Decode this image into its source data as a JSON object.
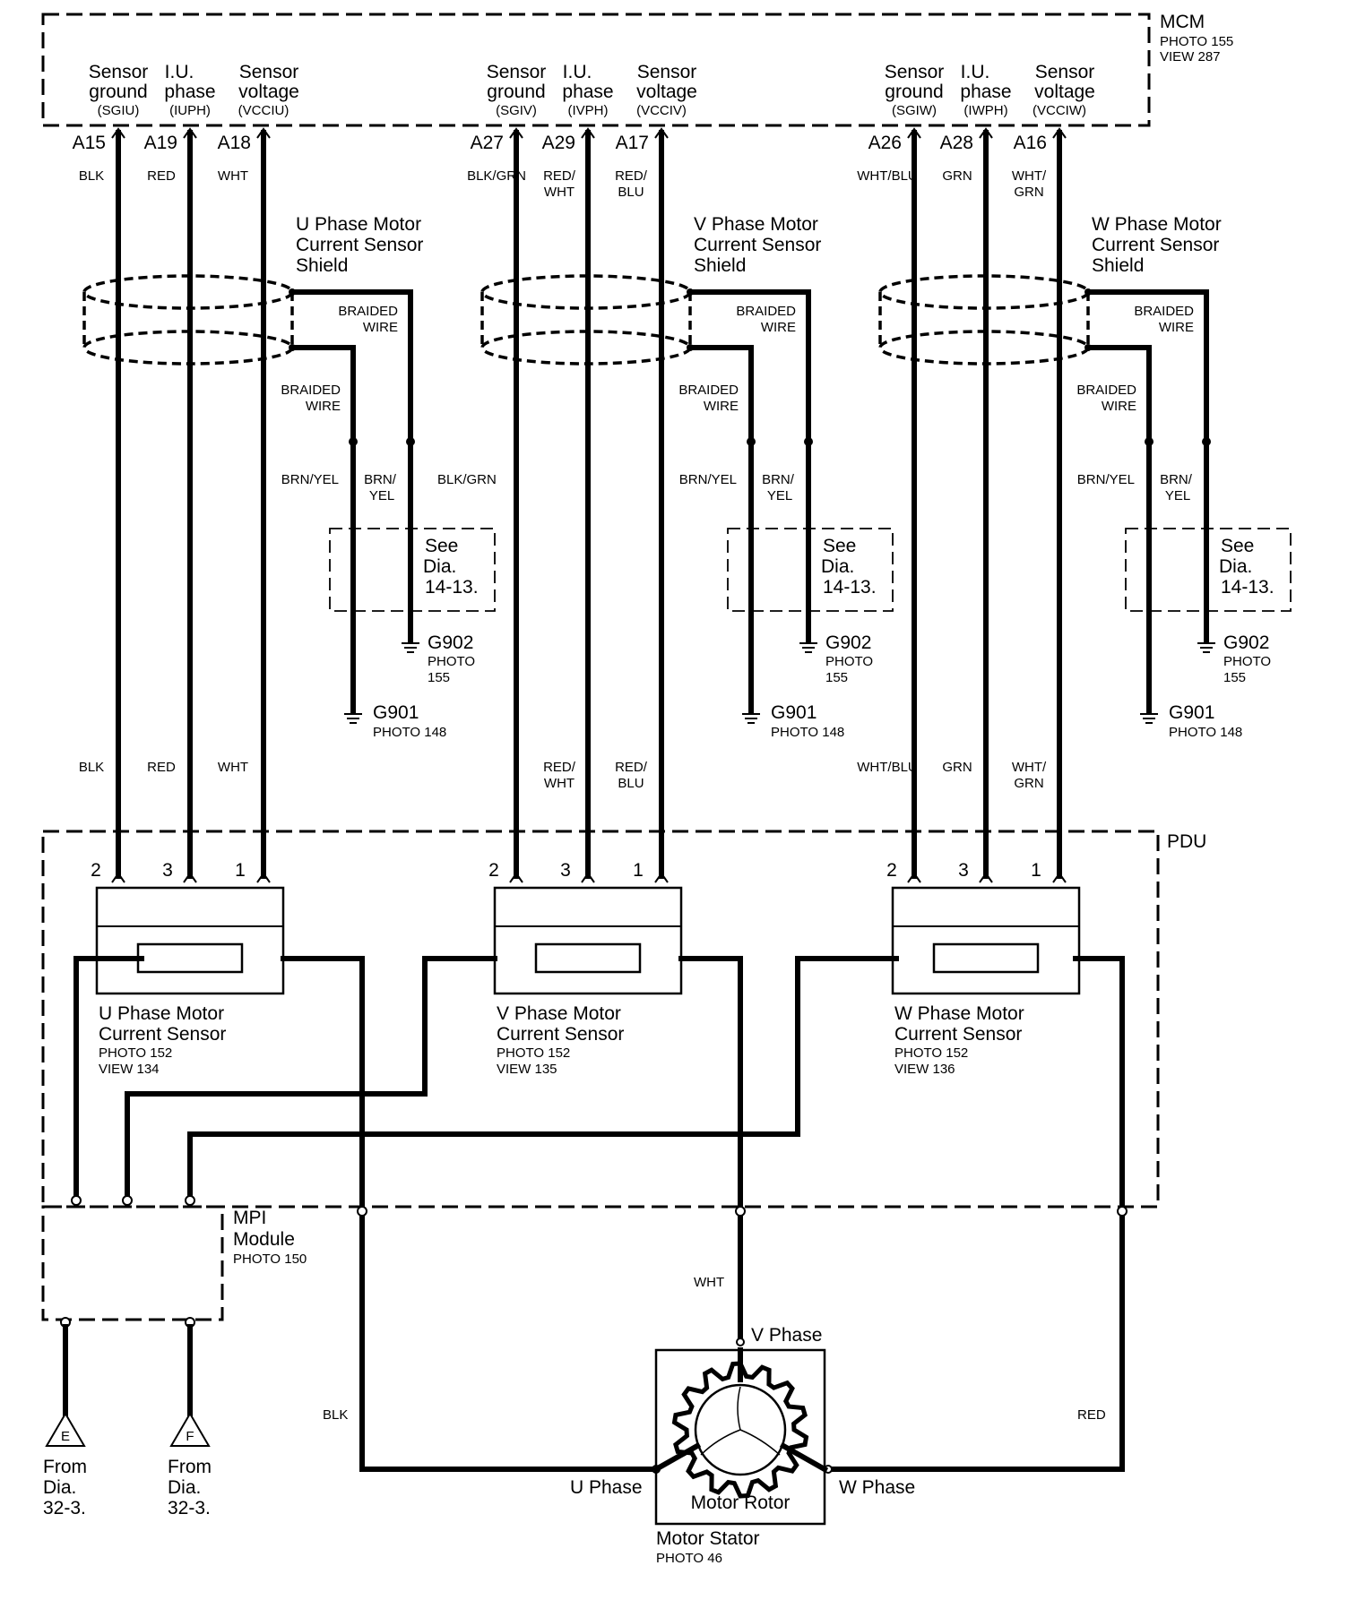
{
  "mcm": {
    "title": "MCM",
    "photo": "PHOTO 155",
    "view": "VIEW 287"
  },
  "pdu": {
    "title": "PDU"
  },
  "mpi": {
    "line1": "MPI",
    "line2": "Module",
    "photo": "PHOTO 150"
  },
  "sensor_labels": {
    "ground1": "Sensor",
    "ground2": "ground",
    "phase1": "I.U.",
    "phase2": "phase",
    "voltage1": "Sensor",
    "voltage2": "voltage"
  },
  "circuits": [
    {
      "codes": [
        "(SGIU)",
        "(IUPH)",
        "(VCCIU)"
      ],
      "pins": [
        "A15",
        "A19",
        "A18"
      ],
      "colors_top": [
        [
          "BLK"
        ],
        [
          "RED"
        ],
        [
          "WHT"
        ]
      ],
      "colors_bottom": [
        [
          "BLK"
        ],
        [
          "RED"
        ],
        [
          "WHT"
        ]
      ],
      "shield_label": [
        "U Phase Motor",
        "Current Sensor",
        "Shield"
      ],
      "sensor_label": [
        "U Phase Motor",
        "Current Sensor"
      ],
      "sensor_photo": "PHOTO 152",
      "sensor_view": "VIEW 134"
    },
    {
      "codes": [
        "(SGIV)",
        "(IVPH)",
        "(VCCIV)"
      ],
      "pins": [
        "A27",
        "A29",
        "A17"
      ],
      "colors_top": [
        [
          "BLK/GRN"
        ],
        [
          "RED/",
          "WHT"
        ],
        [
          "RED/",
          "BLU"
        ]
      ],
      "colors_bottom": [
        [],
        [
          "RED/",
          "WHT"
        ],
        [
          "RED/",
          "BLU"
        ]
      ],
      "shield_label": [
        "V Phase Motor",
        "Current Sensor",
        "Shield"
      ],
      "sensor_label": [
        "V Phase Motor",
        "Current Sensor"
      ],
      "sensor_photo": "PHOTO 152",
      "sensor_view": "VIEW 135"
    },
    {
      "codes": [
        "(SGIW)",
        "(IWPH)",
        "(VCCIW)"
      ],
      "pins": [
        "A26",
        "A28",
        "A16"
      ],
      "colors_top": [
        [
          "WHT/BLU"
        ],
        [
          "GRN"
        ],
        [
          "WHT/",
          "GRN"
        ]
      ],
      "colors_bottom": [
        [
          "WHT/BLU"
        ],
        [
          "GRN"
        ],
        [
          "WHT/",
          "GRN"
        ]
      ],
      "shield_label": [
        "W Phase Motor",
        "Current Sensor",
        "Shield"
      ],
      "sensor_label": [
        "W Phase Motor",
        "Current Sensor"
      ],
      "sensor_photo": "PHOTO 152",
      "sensor_view": "VIEW 136"
    }
  ],
  "pdu_pins": [
    "2",
    "3",
    "1"
  ],
  "braided_wire": [
    "BRAIDED",
    "WIRE"
  ],
  "drain_colors": {
    "left": "BRN/YEL",
    "right1": "BRN/",
    "right2": "YEL"
  },
  "extra_wire_color": "BLK/GRN",
  "see_note": [
    "See",
    "Dia.",
    "14-13."
  ],
  "g902": {
    "name": "G902",
    "photo1": "PHOTO",
    "photo2": "155"
  },
  "g901": {
    "name": "G901",
    "photo": "PHOTO 148"
  },
  "phase_wires": {
    "v": "WHT",
    "u": "BLK",
    "w": "RED"
  },
  "stator": {
    "v_phase": "V Phase",
    "u_phase": "U Phase",
    "w_phase": "W Phase",
    "rotor": "Motor Rotor",
    "stator": "Motor Stator",
    "photo": "PHOTO 46"
  },
  "offpage": [
    {
      "letter": "E",
      "lines": [
        "From",
        "Dia.",
        "32-3."
      ]
    },
    {
      "letter": "F",
      "lines": [
        "From",
        "Dia.",
        "32-3."
      ]
    }
  ]
}
